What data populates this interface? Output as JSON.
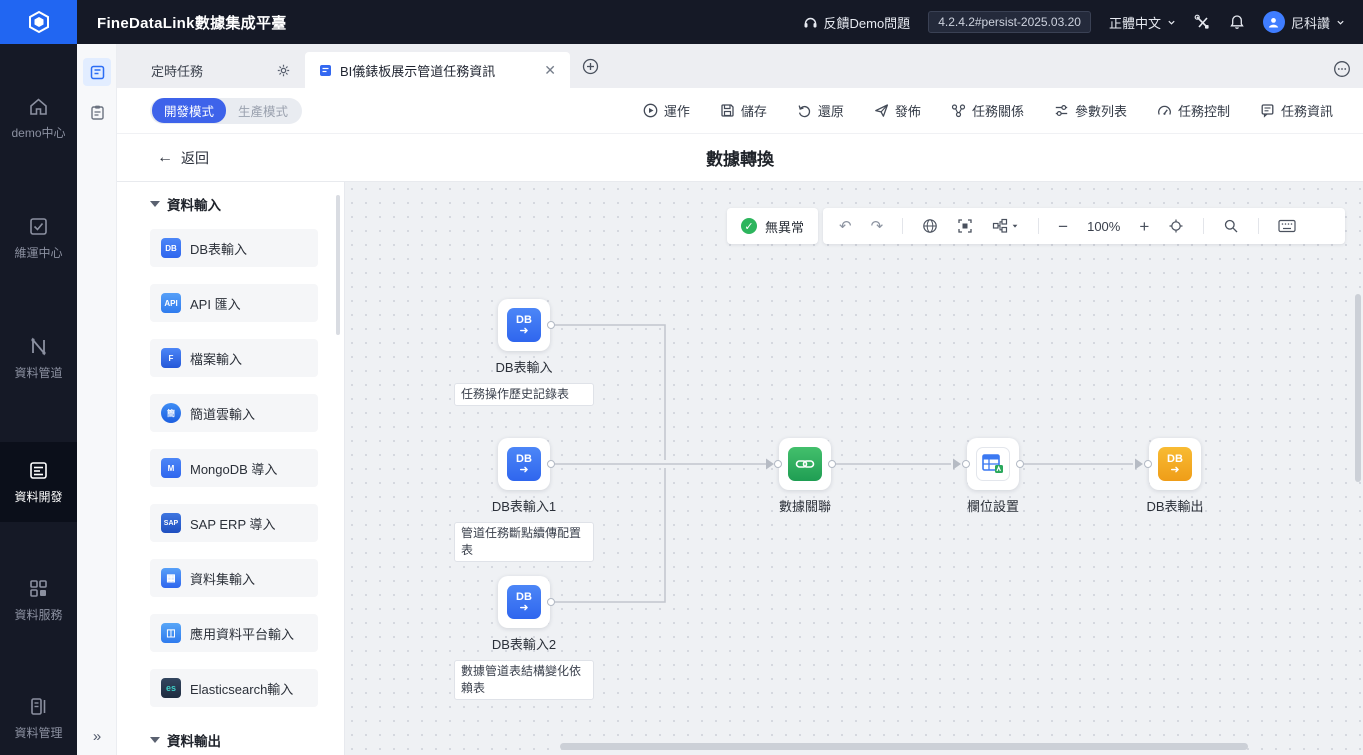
{
  "topbar": {
    "title": "FineDataLink數據集成平臺",
    "feedback": "反饋Demo問題",
    "version": "4.2.4.2#persist-2025.03.20",
    "language": "正體中文",
    "username": "尼科讚"
  },
  "sidebar": {
    "items": [
      {
        "label": "demo中心"
      },
      {
        "label": "維運中心"
      },
      {
        "label": "資料管道"
      },
      {
        "label": "資料開發"
      },
      {
        "label": "資料服務"
      },
      {
        "label": "資料管理"
      }
    ]
  },
  "tabbar": {
    "tab1": "定時任務",
    "tab2": "BI儀錶板展示管道任務資訊"
  },
  "modebar": {
    "dev": "開發模式",
    "prod": "生產模式",
    "actions": [
      {
        "label": "運作"
      },
      {
        "label": "儲存"
      },
      {
        "label": "還原"
      },
      {
        "label": "發佈"
      },
      {
        "label": "任務關係"
      },
      {
        "label": "參數列表"
      },
      {
        "label": "任務控制"
      },
      {
        "label": "任務資訊"
      }
    ]
  },
  "subheader": {
    "back": "返回",
    "title": "數據轉換"
  },
  "palette": {
    "section_input": "資料輸入",
    "section_output": "資料輸出",
    "items": [
      {
        "label": "DB表輸入",
        "glyph": "DB"
      },
      {
        "label": "API 匯入",
        "glyph": "API"
      },
      {
        "label": "檔案輸入",
        "glyph": "F"
      },
      {
        "label": "簡道雲輸入",
        "glyph": "簡"
      },
      {
        "label": "MongoDB 導入",
        "glyph": "M"
      },
      {
        "label": "SAP ERP 導入",
        "glyph": "SAP"
      },
      {
        "label": "資料集輸入",
        "glyph": "▦"
      },
      {
        "label": "應用資料平台輸入",
        "glyph": "◫"
      },
      {
        "label": "Elasticsearch輸入",
        "glyph": "es"
      }
    ]
  },
  "canvas": {
    "status": "無異常",
    "zoom": "100%",
    "nodes": [
      {
        "title": "DB表輸入",
        "note": "任務操作歷史記錄表"
      },
      {
        "title": "DB表輸入1",
        "note": "管道任務斷點續傳配置表"
      },
      {
        "title": "DB表輸入2",
        "note": "數據管道表結構變化依賴表"
      },
      {
        "title": "數據關聯"
      },
      {
        "title": "欄位設置"
      },
      {
        "title": "DB表輸出"
      }
    ],
    "colors": {
      "accent": "#2166f2",
      "ok": "#2db55d",
      "db_blue": "#3b79f2",
      "db_orange": "#f0a21d",
      "join_green": "#2aa85c"
    }
  }
}
